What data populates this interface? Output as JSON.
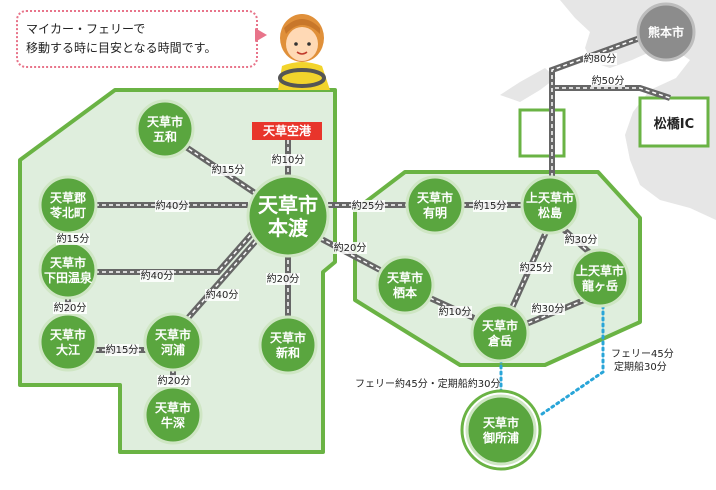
{
  "balloon": {
    "line1": "マイカー・フェリーで",
    "line2": "移動する時に目安となる時間です。"
  },
  "colors": {
    "green_region": "#6ab344",
    "region_fill": "#dfeedd",
    "node_fill": "#5aa63f",
    "grey_land": "#e6e6e6",
    "grey_node": "#8c8c8c",
    "road": "#666666",
    "airport": "#e8352b",
    "ferry_route": "#29a5d8"
  },
  "airport": {
    "label": "天草空港"
  },
  "nodes": {
    "hondo": [
      "天草市",
      "本渡"
    ],
    "gowa": [
      "天草市",
      "五和"
    ],
    "reihoku": [
      "天草郡",
      "苓北町"
    ],
    "shimoda": [
      "天草市",
      "下田温泉"
    ],
    "oe": [
      "天草市",
      "大江"
    ],
    "kawaura": [
      "天草市",
      "河浦"
    ],
    "ushibuka": [
      "天草市",
      "牛深"
    ],
    "shinwa": [
      "天草市",
      "新和"
    ],
    "ariake": [
      "天草市",
      "有明"
    ],
    "matsushima": [
      "上天草市",
      "松島"
    ],
    "himedo": [
      "天草市",
      "栖本"
    ],
    "ryugatake": [
      "上天草市",
      "龍ヶ岳"
    ],
    "kuraoke": [
      "天草市",
      "倉岳"
    ],
    "goshoura": [
      "天草市",
      "御所浦"
    ],
    "kumamoto": [
      "熊本市"
    ],
    "matsubase": "松橋IC"
  },
  "roads": [
    {
      "id": "airport-hondo",
      "label": "約10分"
    },
    {
      "id": "gowa-hondo",
      "label": "約15分"
    },
    {
      "id": "reihoku-hondo",
      "label": "約40分"
    },
    {
      "id": "reihoku-shimoda",
      "label": "約15分"
    },
    {
      "id": "shimoda-hondo",
      "label": "約40分"
    },
    {
      "id": "shimoda-oe",
      "label": "約20分"
    },
    {
      "id": "oe-kawaura",
      "label": "約15分"
    },
    {
      "id": "kawaura-hondo",
      "label": "約40分"
    },
    {
      "id": "kawaura-ushibuka",
      "label": "約20分"
    },
    {
      "id": "hondo-shinwa",
      "label": "約20分"
    },
    {
      "id": "hondo-ariake",
      "label": "約25分"
    },
    {
      "id": "hondo-himedo",
      "label": "約20分"
    },
    {
      "id": "ariake-matsushima",
      "label": "約15分"
    },
    {
      "id": "himedo-kuraoke",
      "label": "約10分"
    },
    {
      "id": "matsushima-kuraoke",
      "label": "約25分"
    },
    {
      "id": "matsushima-ryugatake",
      "label": "約30分"
    },
    {
      "id": "ryugatake-kuraoke",
      "label": "約30分"
    },
    {
      "id": "matsushima-kumamoto",
      "label": "約80分"
    },
    {
      "id": "matsushima-matsubase",
      "label": "約50分"
    }
  ],
  "ferry_notes": {
    "kuraoke": "フェリー約45分・定期船約30分",
    "ryugatake_1": "フェリー45分",
    "ryugatake_2": "定期船30分"
  }
}
